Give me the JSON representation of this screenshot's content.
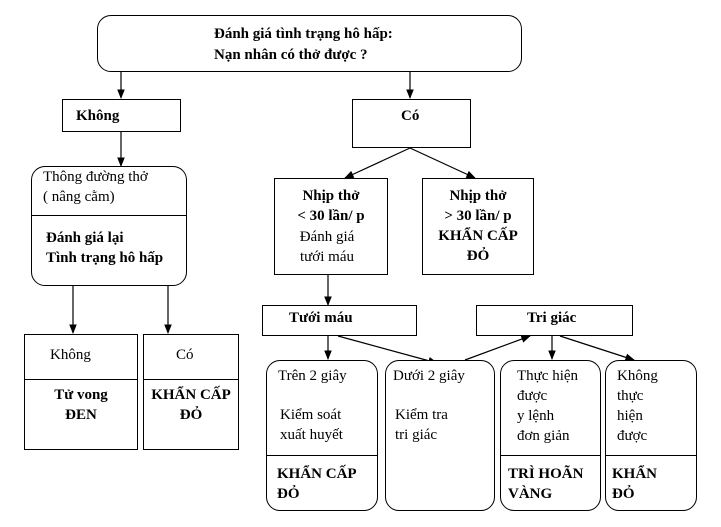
{
  "root": {
    "line1": "Đánh giá  tình trạng hô hấp:",
    "line2": "Nạn nhân có thở được  ?"
  },
  "khong_top": "Không",
  "co_top": "Có",
  "airway": {
    "top": "Thông đường thở\n( nâng cằm)",
    "bottom": "Đánh giá lại\nTình trạng hô hấp"
  },
  "khong_bottom": {
    "label": "Không",
    "result": "Tử vong\nĐEN"
  },
  "co_bottom": {
    "label": "Có",
    "result": "KHẨN CẤP\nĐỎ"
  },
  "rate_low": {
    "bold": "Nhịp thở\n< 30 lần/ p",
    "normal": "Đánh giá\ntưới máu"
  },
  "rate_high": {
    "bold": "Nhịp thở\n> 30 lần/ p\nKHẨN CẤP\nĐỎ"
  },
  "perfusion": "Tưới máu",
  "perception": "Tri giác",
  "over2": {
    "top": "Trên 2 giây",
    "mid": "Kiểm soát\nxuất huyết",
    "result": "KHẨN CẤP\nĐỎ"
  },
  "under2": {
    "top": "Dưới 2 giây",
    "mid": "Kiểm tra\ntri giác"
  },
  "follows": {
    "top": "Thực hiện\nđược\ny lệnh\nđơn giản",
    "result": "TRÌ HOÃN\nVÀNG"
  },
  "not_follows": {
    "top": "Không\nthực\nhiện\nđược",
    "result": "KHẨN\nĐỎ"
  }
}
